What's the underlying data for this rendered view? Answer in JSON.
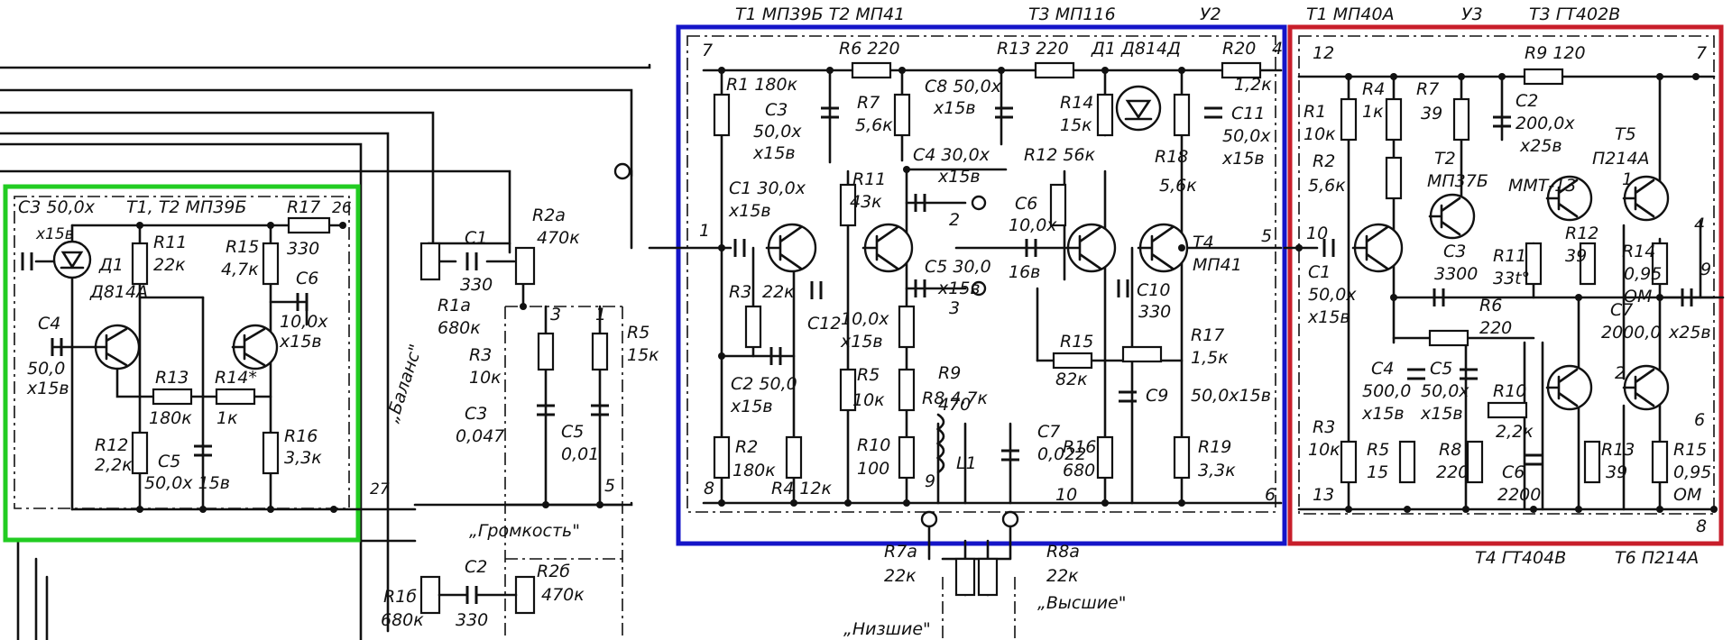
{
  "colors": {
    "green_box": "#22cc22",
    "blue_box": "#1515c8",
    "red_box": "#c81e2a",
    "ink": "#111111"
  },
  "header": {
    "blue_top": [
      "Т1 МП39Б  Т2 МП41",
      "Т3 МП116",
      "У2"
    ],
    "red_top": [
      "Т1 МП40А",
      "У3",
      "Т3 ГТ402В"
    ],
    "red_bottom": [
      "Т4 ГТ404В",
      "Т6 П214А"
    ]
  },
  "green": {
    "title": "Т1, Т2 МП39Б",
    "labels": [
      "C3 50,0х",
      "х15в",
      "Д1",
      "Д814А",
      "R11",
      "22к",
      "R15",
      "4,7к",
      "R17",
      "330",
      "26",
      "C6",
      "10,0х",
      "х15в",
      "C4",
      "50,0",
      "х15в",
      "R13",
      "180к",
      "R14*",
      "1к",
      "R12",
      "2,2к",
      "C5",
      "50,0х 15в",
      "R16",
      "3,3к",
      "27"
    ]
  },
  "middle": {
    "labels": [
      "C1",
      "330",
      "R2а",
      "470к",
      "R1а",
      "680к",
      "R3",
      "10к",
      "C3",
      "0,047",
      "3",
      "1",
      "R5",
      "15к",
      "5",
      "C5",
      "0,01",
      "„Баланс\"",
      "„Громкость\"",
      "C2",
      "330",
      "R2б",
      "470к",
      "R1б",
      "680к"
    ]
  },
  "blue": {
    "labels": [
      "7",
      "R6 220",
      "R13 220",
      "Д1 Д814Д",
      "R20",
      "4",
      "1,2к",
      "R1 180к",
      "C3",
      "50,0х",
      "х15в",
      "R7",
      "5,6к",
      "C8 50,0х",
      "х15в",
      "R14",
      "15к",
      "R18",
      "5,6к",
      "C11",
      "50,0х",
      "х15в",
      "C4 30,0х",
      "х15в",
      "R12 56к",
      "C1 30,0х",
      "х15в",
      "R11",
      "43к",
      "2",
      "C6",
      "10,0х",
      "16в",
      "T4",
      "МП41",
      "5",
      "1",
      "R3",
      "22к",
      "C12",
      "10,0х",
      "х15в",
      "C5 30,0",
      "х15в",
      "3",
      "C10",
      "330",
      "R15",
      "82к",
      "R17",
      "1,5к",
      "C9",
      "50,0х15в",
      "C2 50,0",
      "х15в",
      "R8 4,7к",
      "R5",
      "10к",
      "R9",
      "470",
      "L1",
      "R2",
      "180к",
      "R4 12к",
      "R10",
      "100",
      "C7",
      "0,022",
      "R16",
      "680",
      "R19",
      "3,3к",
      "8",
      "9",
      "10",
      "6",
      "R7а",
      "22к",
      "R8а",
      "22к",
      "„Низшие\"",
      "„Высшие\""
    ]
  },
  "red": {
    "labels": [
      "12",
      "R9 120",
      "7",
      "R1",
      "10к",
      "R4",
      "1к",
      "R7",
      "39",
      "C2",
      "200,0х",
      "х25в",
      "T5",
      "П214А",
      "R2",
      "5,6к",
      "T2",
      "МП37Б",
      "ММТ-13",
      "1",
      "10",
      "C3",
      "3300",
      "R11",
      "33t°",
      "R12",
      "39",
      "R14",
      "0,95",
      "ОМ",
      "4",
      "C1",
      "50,0х",
      "х15в",
      "9",
      "C7",
      "2000,0",
      "х25в",
      "R6",
      "220",
      "C4",
      "500,0",
      "х15в",
      "C5",
      "50,0х",
      "х15в",
      "R10",
      "2,2к",
      "2",
      "R3",
      "10к",
      "R5",
      "15",
      "R8",
      "220",
      "C6",
      "2200",
      "R13",
      "39",
      "R15",
      "0,95",
      "ОМ",
      "6",
      "13",
      "8"
    ]
  }
}
